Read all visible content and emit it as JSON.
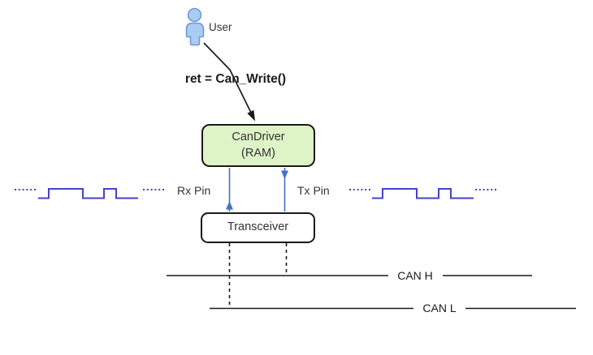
{
  "diagram": {
    "user_label": "User",
    "user_icon": "user-icon",
    "call_label": "ret = Can_Write()",
    "can_driver": {
      "line1": "CanDriver",
      "line2": "(RAM)"
    },
    "rx_pin_label": "Rx Pin",
    "tx_pin_label": "Tx Pin",
    "transceiver_label": "Transceiver",
    "can_h_label": "CAN H",
    "can_l_label": "CAN L"
  },
  "colors": {
    "green_fill": "#def3c6",
    "border_black": "#1a1a1a",
    "strong_text": "#1a1a1a",
    "label_text": "#333333",
    "arrow_blue": "#4472c4",
    "signal_blue": "#4343d0",
    "user_fill": "#a8ccf2",
    "user_stroke": "#6e96d8"
  }
}
